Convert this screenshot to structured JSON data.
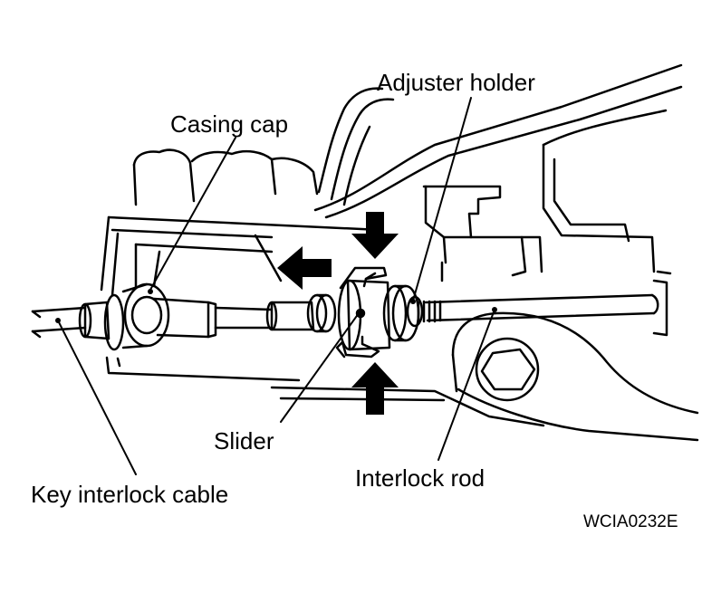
{
  "labels": {
    "adjuster_holder": "Adjuster holder",
    "casing_cap": "Casing cap",
    "slider": "Slider",
    "key_interlock_cable": "Key interlock cable",
    "interlock_rod": "Interlock rod"
  },
  "figure_code": "WCIA0232E",
  "colors": {
    "ink": "#000000",
    "paper": "#ffffff"
  }
}
